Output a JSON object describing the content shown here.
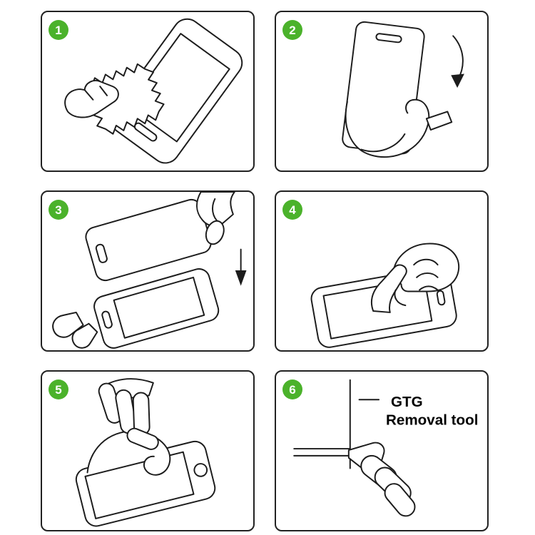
{
  "colors": {
    "accent_green": "#4bb22b",
    "line": "#1c1c1c",
    "background": "#ffffff"
  },
  "steps": [
    {
      "number": "1",
      "name": "wipe-screen-clean-with-cloth"
    },
    {
      "number": "2",
      "name": "peel-protective-film-from-glass"
    },
    {
      "number": "3",
      "name": "align-and-lower-glass-onto-phone"
    },
    {
      "number": "4",
      "name": "press-center-of-screen"
    },
    {
      "number": "5",
      "name": "peel-away-top-layer"
    },
    {
      "number": "6",
      "name": "use-removal-tool-at-corner",
      "label_line1": "GTG",
      "label_line2": "Removal tool"
    }
  ]
}
